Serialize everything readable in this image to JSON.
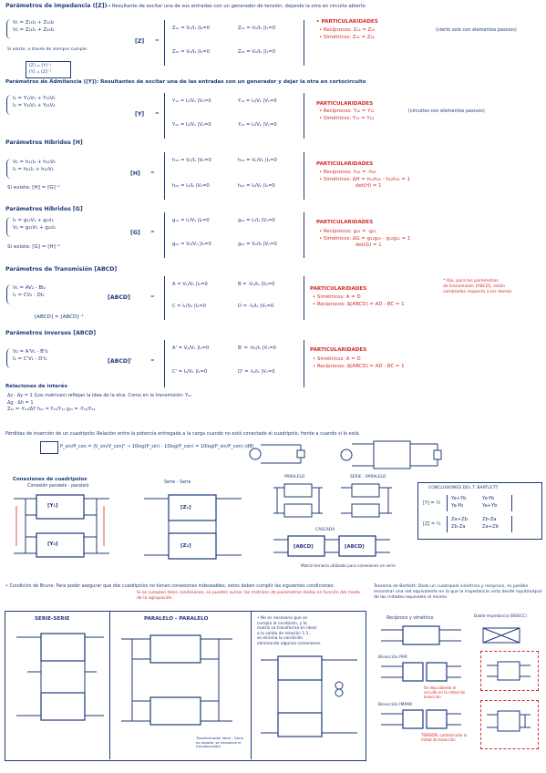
{
  "z": {
    "title": "Parámetros de impedancia ([Z])",
    "arrow_note": "→ Resultante de excitar una de sus entradas con un generador de tensión, dejando la otra en circuito abierto",
    "eq": [
      "V₁ = Z₁₁I₁ + Z₁₂I₂",
      "V₂ = Z₂₁I₁ + Z₂₂I₂"
    ],
    "note1": "Si existe, a través de siempre cumple:",
    "note2": "[Z] = [Y]⁻¹",
    "note3": "[Y] = [Z]⁻¹",
    "label": "[Z]",
    "cells": [
      "Z₁₁ = V₁/I₁ |I₂=0",
      "Z₁₂ = V₁/I₂ |I₁=0",
      "Z₂₁ = V₂/I₁ |I₂=0",
      "Z₂₂ = V₂/I₂ |I₁=0"
    ],
    "part_title": "• PARTICULARIDADES",
    "part": [
      "• Recíprocos: Z₁₂ = Z₂₁",
      "• Simétricos: Z₁₁ = Z₂₂"
    ],
    "part_note": "(cierto solo con elementos pasivos)"
  },
  "y": {
    "title": "Parámetros de Admitancia ([Y]): Resultantes de excitar una de las entradas con un generador y dejar la otra en cortocircuito",
    "eq": [
      "I₁ = Y₁₁V₁ + Y₁₂V₂",
      "I₂ = Y₂₁V₁ + Y₂₂V₂"
    ],
    "label": "[Y]",
    "cells": [
      "Y₁₁ = I₁/V₁ |V₂=0",
      "Y₁₂ = I₁/V₂ |V₁=0",
      "Y₂₁ = I₂/V₁ |V₂=0",
      "Y₂₂ = I₂/V₂ |V₁=0"
    ],
    "part_title": "PARTICULARIDADES",
    "part": [
      "• Recíprocos: Y₁₂ = Y₂₁",
      "• Simétricos: Y₁₁ = Y₂₂"
    ],
    "part_note": "(circuitos con elementos pasivos)"
  },
  "h": {
    "title": "Parámetros Híbridos [H]",
    "eq": [
      "V₁ = h₁₁I₁ + h₁₂V₂",
      "I₂ = h₂₁I₁ + h₂₂V₂"
    ],
    "note": "Si existe: [H] = [G]⁻¹",
    "label": "[H]",
    "cells": [
      "h₁₁ = V₁/I₁ |V₂=0",
      "h₁₂ = V₁/V₂ |I₁=0",
      "h₂₁ = I₂/I₁ |V₂=0",
      "h₂₂ = I₂/V₂ |I₁=0"
    ],
    "part_title": "PARTICULARIDADES",
    "part": [
      "• Recíprocos: h₁₂ = -h₂₁",
      "• Simétricos: ΔH = h₁₁h₂₂ - h₁₂h₂₁ = 1",
      "det(H) = 1"
    ]
  },
  "g": {
    "title": "Parámetros Híbridos [G]",
    "eq": [
      "I₁ = g₁₁V₁ + g₁₂I₂",
      "V₂ = g₂₁V₁ + g₂₂I₂"
    ],
    "note": "Si existe: [G] = [H]⁻¹",
    "label": "[G]",
    "cells": [
      "g₁₁ = I₁/V₁ |I₂=0",
      "g₁₂ = I₁/I₂ |V₁=0",
      "g₂₁ = V₂/V₁ |I₂=0",
      "g₂₂ = V₂/I₂ |V₁=0"
    ],
    "part_title": "PARTICULARIDADES",
    "part": [
      "• Recíprocos: g₁₂ = -g₂₁",
      "• Simétricos: ΔG = g₁₁g₂₂ - g₁₂g₂₁ = 1",
      "det(G) = 1"
    ]
  },
  "abcd": {
    "title": "Parámetros de Transmisión [ABCD]",
    "eq": [
      "V₁ = AV₂ - BI₂",
      "I₁ = CV₂ - DI₂"
    ],
    "note": "[ABCD] = [ABCD]⁻¹",
    "label": "[ABCD]",
    "cells": [
      "A = V₁/V₂ |I₂=0",
      "B = -V₁/I₂ |V₂=0",
      "C = I₁/V₂ |I₂=0",
      "D = -I₁/I₂ |V₂=0"
    ],
    "part_title": "PARTICULARIDADES",
    "part": [
      "• Simétricos: A = D",
      "• Recíprocos: Δ[ABCD] = AD - BC = 1"
    ],
    "red_note": [
      "* Ojo, para los parámetros",
      "de transmisión [ABCD], están",
      "cambiadas respecto a los demás"
    ]
  },
  "inv": {
    "title": "Parámetros Inversos [ABCD]",
    "eq": [
      "V₂ = A'V₁ - B'I₁",
      "I₂ = C'V₁ - D'I₁"
    ],
    "label": "[ABCD]'",
    "cells": [
      "A' = V₂/V₁ |I₁=0",
      "B' = -V₂/I₁ |V₁=0",
      "C' = I₂/V₁ |I₁=0",
      "D' = -I₂/I₁ |V₁=0"
    ],
    "part_title": "PARTICULARIDADES",
    "part": [
      "• Simétricos: A = D",
      "• Recíprocos: Δ[ABCD] = AD - BC = 1"
    ]
  },
  "rel": {
    "title": "Relaciones de interés",
    "lines": [
      "Δz · Δy = 1   (Los matrices) reflejan la idea de la otra.  Como en la transmisión: Y₂₁",
      "Δg · Δh = 1",
      "Z₂₁ = -Y₂₁/ΔY     h₂₁ = Y₂₁/Y₁₁     g₂₁ = -Y₂₁/Y₂₂"
    ]
  },
  "ins": {
    "title": "Pérdidas de inserción de un cuadripolo: Relación entre la potencia entregada a la carga cuando no está conectado el cuadripolo, frente a cuando sí lo está.",
    "formula": "P_sin/P_con = |V_sin/V_con|²  →  10log(P_sin) - 10log(P_con) = 10log(P_sin/P_con) (dB)"
  },
  "conn": {
    "title": "Conexiones de cuadripolos",
    "sub_cascade": "Conexión paralelo - paralelo",
    "serie": "Serie - Serie",
    "paralelo": "PARALELO",
    "serie_par": "SERIE - PARALELO",
    "cascada": "CASCADA",
    "matrix_note": "Matriz ternaria utilizada para conexiones en serie",
    "y_label": "[Y₁]",
    "y_label2": "[Y₂]",
    "z_label": "[Z₁]",
    "z_label2": "[Z₂]",
    "abcd1": "[ABCD]",
    "abcd2": "[ABCD]",
    "bart_title": "CONCLUSIONES DEL T. BARTLETT",
    "bart_y": "[Y] = ½",
    "bart_z": "[Z] = ½",
    "bart_cells_y": [
      "Ya+Yb",
      "Ya-Yb",
      "Ya-Yb",
      "Ya+Yb"
    ],
    "bart_cells_z": [
      "Za+Zb",
      "Zb-Za",
      "Zb-Za",
      "Za+Zb"
    ]
  },
  "brune": {
    "title": "• Condición de Brune: Para poder asegurar que dos cuadripolos no tienen conexiones indeseables, estos deben cumplir las siguientes condiciones:",
    "red": "Si se cumplen tales condiciones, se pueden sumar las matrices de parámetros dadas en función del modo de la agrupación.",
    "serie": "SERIE-SERIE",
    "paralelo": "PARALELO - PARALELO",
    "mid_note": [
      "• No es necesario que se",
      "cumpla la condición, y la",
      "matriz se transforma en ideal",
      "a la salida de relación 1:1,",
      "se elimina la condición",
      "eliminando algunas conexiones."
    ],
    "caption": "Transformador ideal – Serie es aislado, se introduce el transformador"
  },
  "bart": {
    "title": "Teorema de Bartlett: Dado un cuadripolo simétrico y recíproco, es posible encontrar una red equivalente en la que la impedancia vista desde input/output de las mitades equivalen al mismo",
    "rec": "Recíproco y simétrico",
    "eq": "Doble-impedancia (BISECC)",
    "par": "Bisección PAR",
    "impar": "Bisección IMPAR",
    "notes": [
      "Se deja abierto el circuito en la mitad de bisección",
      "TENSIÓN: cortocircuito la mitad de bisección"
    ]
  }
}
